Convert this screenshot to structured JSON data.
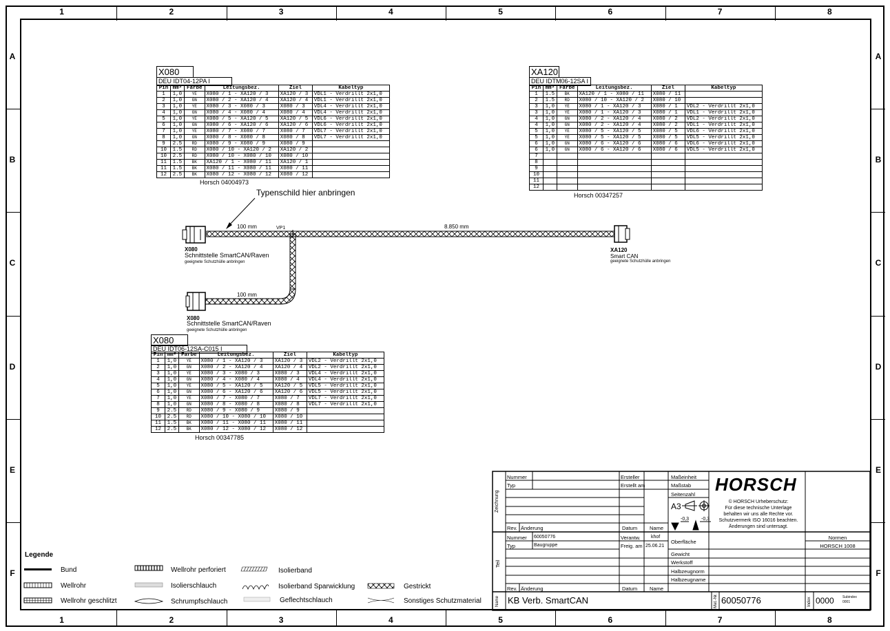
{
  "frame": {
    "columns": [
      "1",
      "2",
      "3",
      "4",
      "5",
      "6",
      "7",
      "8"
    ],
    "rows": [
      "A",
      "B",
      "C",
      "D",
      "E",
      "F"
    ]
  },
  "tables": {
    "x080_top": {
      "title": "X080",
      "connector": "DEU IDT04-12PA I",
      "headers": [
        "Pin",
        "mm²",
        "Farbe",
        "Leitungsbez.",
        "Ziel",
        "Kabeltyp"
      ],
      "rows": [
        [
          "1",
          "1,0",
          "YE",
          "X080 / 1 - XA120 / 3",
          "XA120 / 3",
          "VDL1 - Verdrillt 2x1,0"
        ],
        [
          "2",
          "1,0",
          "GN",
          "X080 / 2 - XA120 / 4",
          "XA120 / 4",
          "VDL1 - Verdrillt 2x1,0"
        ],
        [
          "3",
          "1,0",
          "YE",
          "X080 / 3 - X080 / 3",
          "X080 / 3",
          "VDL4 - Verdrillt 2x1,0"
        ],
        [
          "4",
          "1,0",
          "GN",
          "X080 / 4 - X080 / 4",
          "X080 / 4",
          "VDL4 - Verdrillt 2x1,0"
        ],
        [
          "5",
          "1,0",
          "YE",
          "X080 / 5 - XA120 / 5",
          "XA120 / 5",
          "VDL6 - Verdrillt 2x1,0"
        ],
        [
          "6",
          "1,0",
          "GN",
          "X080 / 6 - XA120 / 6",
          "XA120 / 6",
          "VDL6 - Verdrillt 2x1,0"
        ],
        [
          "7",
          "1,0",
          "YE",
          "X080 / 7 - X080 / 7",
          "X080 / 7",
          "VDL7 - Verdrillt 2x1,0"
        ],
        [
          "8",
          "1,0",
          "GN",
          "X080 / 8 - X080 / 8",
          "X080 / 8",
          "VDL7 - Verdrillt 2x1,0"
        ],
        [
          "9",
          "2.5",
          "RD",
          "X080 / 9 - X080 / 9",
          "X080 / 9",
          ""
        ],
        [
          "10",
          "1.5",
          "RD",
          "X080 / 10 - XA120 / 2",
          "XA120 / 2",
          ""
        ],
        [
          "10",
          "2.5",
          "RD",
          "X080 / 10 - X080 / 10",
          "X080 / 10",
          ""
        ],
        [
          "11",
          "1.5",
          "BK",
          "XA120 / 1 - X080 / 11",
          "XA120 / 1",
          ""
        ],
        [
          "11",
          "1.5",
          "BK",
          "X080 / 11 - X080 / 11",
          "X080 / 11",
          ""
        ],
        [
          "12",
          "2.5",
          "BK",
          "X080 / 12 - X080 / 12",
          "X080 / 12",
          ""
        ]
      ],
      "part": "Horsch 04004973"
    },
    "xa120": {
      "title": "XA120",
      "connector": "DEU IDTM06-12SA I",
      "headers": [
        "Pin",
        "mm²",
        "Farbe",
        "Leitungsbez.",
        "Ziel",
        "Kabeltyp"
      ],
      "rows": [
        [
          "1",
          "1.5",
          "BK",
          "XA120 / 1 - X080 / 11",
          "X080 / 11",
          ""
        ],
        [
          "2",
          "1.5",
          "RD",
          "X080 / 10 - XA120 / 2",
          "X080 / 10",
          ""
        ],
        [
          "3",
          "1,0",
          "YE",
          "X080 / 1 - XA120 / 3",
          "X080 / 1",
          "VDL2 - Verdrillt 2x1,0"
        ],
        [
          "3",
          "1,0",
          "YE",
          "X080 / 1 - XA120 / 3",
          "X080 / 1",
          "VDL1 - Verdrillt 2x1,0"
        ],
        [
          "4",
          "1,0",
          "GN",
          "X080 / 2 - XA120 / 4",
          "X080 / 2",
          "VDL2 - Verdrillt 2x1,0"
        ],
        [
          "4",
          "1,0",
          "GN",
          "X080 / 2 - XA120 / 4",
          "X080 / 2",
          "VDL1 - Verdrillt 2x1,0"
        ],
        [
          "5",
          "1,0",
          "YE",
          "X080 / 5 - XA120 / 5",
          "X080 / 5",
          "VDL6 - Verdrillt 2x1,0"
        ],
        [
          "5",
          "1,0",
          "YE",
          "X080 / 5 - XA120 / 5",
          "X080 / 5",
          "VDL5 - Verdrillt 2x1,0"
        ],
        [
          "6",
          "1,0",
          "GN",
          "X080 / 6 - XA120 / 6",
          "X080 / 6",
          "VDL6 - Verdrillt 2x1,0"
        ],
        [
          "6",
          "1,0",
          "GN",
          "X080 / 6 - XA120 / 6",
          "X080 / 6",
          "VDL5 - Verdrillt 2x1,0"
        ],
        [
          "7",
          "",
          "",
          "",
          "",
          ""
        ],
        [
          "8",
          "",
          "",
          "",
          "",
          ""
        ],
        [
          "9",
          "",
          "",
          "",
          "",
          ""
        ],
        [
          "10",
          "",
          "",
          "",
          "",
          ""
        ],
        [
          "11",
          "",
          "",
          "",
          "",
          ""
        ],
        [
          "12",
          "",
          "",
          "",
          "",
          ""
        ]
      ],
      "part": "Horsch 00347257"
    },
    "x080_bottom": {
      "title": "X080",
      "connector": "DEU IDT06-12SA-C015 I",
      "headers": [
        "Pin",
        "mm²",
        "Farbe",
        "Leitungsbez.",
        "Ziel",
        "Kabeltyp"
      ],
      "rows": [
        [
          "1",
          "1,0",
          "YE",
          "X080 / 1 - XA120 / 3",
          "XA120 / 3",
          "VDL2 - Verdrillt 2x1,0"
        ],
        [
          "2",
          "1,0",
          "GN",
          "X080 / 2 - XA120 / 4",
          "XA120 / 4",
          "VDL2 - Verdrillt 2x1,0"
        ],
        [
          "3",
          "1,0",
          "YE",
          "X080 / 3 - X080 / 3",
          "X080 / 3",
          "VDL4 - Verdrillt 2x1,0"
        ],
        [
          "4",
          "1,0",
          "GN",
          "X080 / 4 - X080 / 4",
          "X080 / 4",
          "VDL4 - Verdrillt 2x1,0"
        ],
        [
          "5",
          "1,0",
          "YE",
          "X080 / 5 - XA120 / 5",
          "XA120 / 5",
          "VDL5 - Verdrillt 2x1,0"
        ],
        [
          "6",
          "1,0",
          "GN",
          "X080 / 6 - XA120 / 6",
          "XA120 / 6",
          "VDL5 - Verdrillt 2x1,0"
        ],
        [
          "7",
          "1,0",
          "YE",
          "X080 / 7 - X080 / 7",
          "X080 / 7",
          "VDL7 - Verdrillt 2x1,0"
        ],
        [
          "8",
          "1,0",
          "GN",
          "X080 / 8 - X080 / 8",
          "X080 / 8",
          "VDL7 - Verdrillt 2x1,0"
        ],
        [
          "9",
          "2.5",
          "RD",
          "X080 / 9 - X080 / 9",
          "X080 / 9",
          ""
        ],
        [
          "10",
          "2.5",
          "RD",
          "X080 / 10 - X080 / 10",
          "X080 / 10",
          ""
        ],
        [
          "11",
          "1.5",
          "BK",
          "X080 / 11 - X080 / 11",
          "X080 / 11",
          ""
        ],
        [
          "12",
          "2.5",
          "BK",
          "X080 / 12 - X080 / 12",
          "X080 / 12",
          ""
        ]
      ],
      "part": "Horsch 00347785"
    }
  },
  "diagram": {
    "callout": "Typenschild hier anbringen",
    "len_top": "100 mm",
    "len_main": "8.850 mm",
    "len_branch": "100 mm",
    "vp_label": "VP1",
    "conn_top": {
      "name": "X080",
      "desc": "Schnittstelle SmartCAN/Raven",
      "note": "geeignete Schutzhülle anbringen"
    },
    "conn_bottom": {
      "name": "X080",
      "desc": "Schnittstelle SmartCAN/Raven",
      "note": "geeignete Schutzhülle anbringen"
    },
    "conn_right": {
      "name": "XA120",
      "desc": "Smart CAN",
      "note": "geeignete Schutzhülle anbringen"
    }
  },
  "legend": {
    "title": "Legende",
    "items": [
      "Bund",
      "Wellrohr",
      "Wellrohr geschlitzt",
      "Wellrohr perforiert",
      "Isolierschlauch",
      "Schrumpfschlauch",
      "Isolierband",
      "Isolierband Sparwicklung",
      "Geflechtschlauch",
      "Gestrickt",
      "Sonstiges Schutzmaterial"
    ]
  },
  "titleblock": {
    "nummer_lbl": "Nummer",
    "typ_lbl": "Typ",
    "zeichnung_lbl": "Zeichnung",
    "ersteller_lbl": "Ersteller",
    "erstellt_am_lbl": "Erstellt am",
    "masseinheit_lbl": "Maßeinheit",
    "massstab_lbl": "Maßstab",
    "seitenzahl_lbl": "Seitenzahl",
    "format": "A3",
    "tol1": "-0,3",
    "tol2": "-0,3",
    "logo": "HORSCH",
    "copyright": "© HORSCH Urheberschutz:\nFür diese technische Unterlage\nbehalten wir uns alle Rechte vor.\nSchutzvermerk ISO 16016 beachten.\nÄnderungen sind untersagt.",
    "rev_lbl": "Rev.",
    "aenderung_lbl": "Änderung",
    "datum_lbl": "Datum",
    "name_lbl": "Name",
    "teil_lbl": "Teil",
    "nummer_val": "60050776",
    "typ_val": "Baugruppe",
    "verantw_lbl": "Verantw.",
    "verantw_val": "khof",
    "freig_lbl": "Freig. am",
    "freig_val": "25.06.21",
    "oberflaeche_lbl": "Oberfläche",
    "gewicht_lbl": "Gewicht",
    "werkstoff_lbl": "Werkstoff",
    "halbzeugnorm_lbl": "Halbzeugnorm",
    "halbzeugname_lbl": "Halbzeugname",
    "normen_lbl": "Normen",
    "normen_val": "HORSCH 1008",
    "name_side_lbl": "Name",
    "name_val": "KB Verb. SmartCAN",
    "matnr_lbl": "Mat.-Nr.",
    "matnr_val": "60050776",
    "index_lbl": "Index",
    "index_val": "0000",
    "subindex_lbl": "Subindex",
    "subindex_val": "0001"
  }
}
